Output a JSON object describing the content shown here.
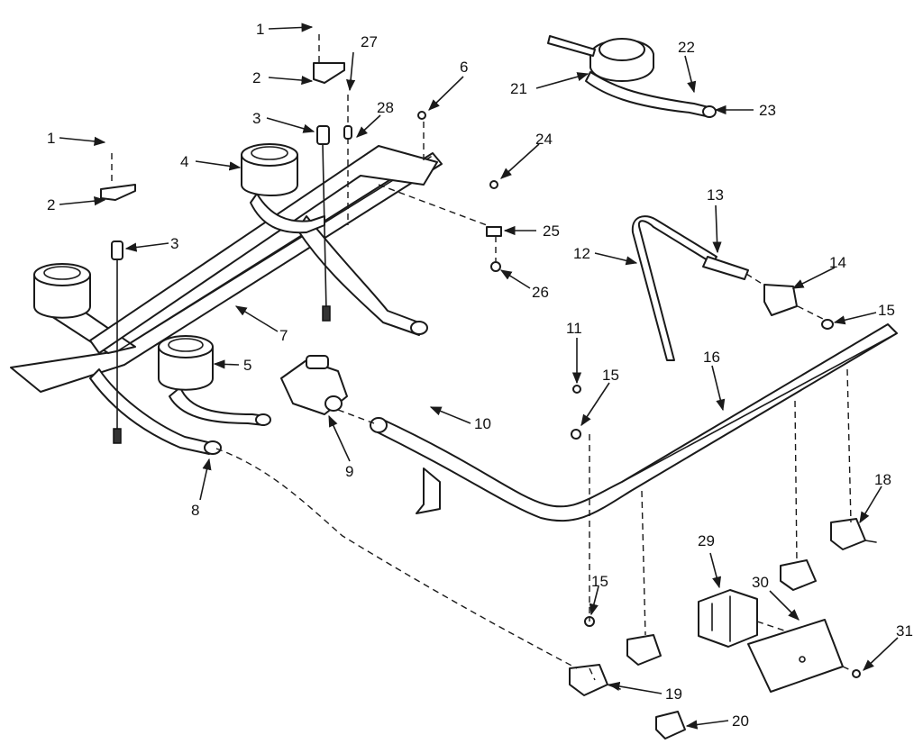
{
  "callouts": {
    "c1a": "1",
    "c1b": "1",
    "c2a": "2",
    "c2b": "2",
    "c3a": "3",
    "c3b": "3",
    "c4": "4",
    "c5": "5",
    "c6": "6",
    "c7": "7",
    "c8": "8",
    "c9": "9",
    "c10": "10",
    "c11": "11",
    "c12": "12",
    "c13": "13",
    "c14": "14",
    "c15a": "15",
    "c15b": "15",
    "c15c": "15",
    "c16": "16",
    "c18": "18",
    "c19": "19",
    "c20": "20",
    "c21": "21",
    "c22": "22",
    "c23": "23",
    "c24": "24",
    "c25": "25",
    "c26": "26",
    "c27": "27",
    "c28": "28",
    "c29": "29",
    "c30": "30",
    "c31": "31"
  },
  "colors": {
    "ink": "#1a1a1a",
    "paper": "#ffffff"
  }
}
